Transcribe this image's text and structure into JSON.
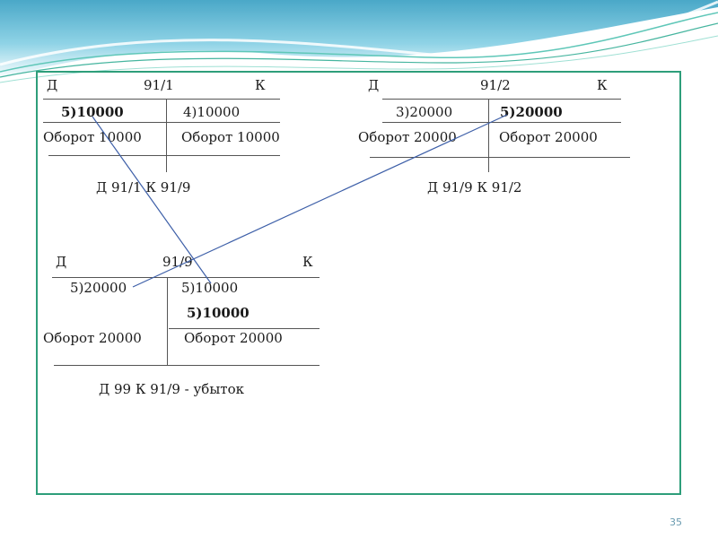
{
  "slide": {
    "page_number": "35",
    "accent_color": "#2e9e7a"
  },
  "accounts": {
    "a911": {
      "debit": "Д",
      "name": "91/1",
      "credit": "К",
      "debit_entry": "5)10000",
      "credit_entry": "4)10000",
      "debit_turnover": "Оборот 10000",
      "credit_turnover": "Оборот 10000",
      "closing": "Д 91/1 К 91/9"
    },
    "a912": {
      "debit": "Д",
      "name": "91/2",
      "credit": "К",
      "debit_entry": "3)20000",
      "credit_entry": "5)20000",
      "debit_turnover": "Оборот 20000",
      "credit_turnover": "Оборот 20000",
      "closing": "Д 91/9 К 91/2"
    },
    "a919": {
      "debit": "Д",
      "name": "91/9",
      "credit": "К",
      "debit_entry": "5)20000",
      "credit_entry_1": "5)10000",
      "credit_entry_2": "5)10000",
      "debit_turnover": "Оборот 20000",
      "credit_turnover": "Оборот 20000",
      "closing": "Д 99 К 91/9 - убыток"
    }
  }
}
